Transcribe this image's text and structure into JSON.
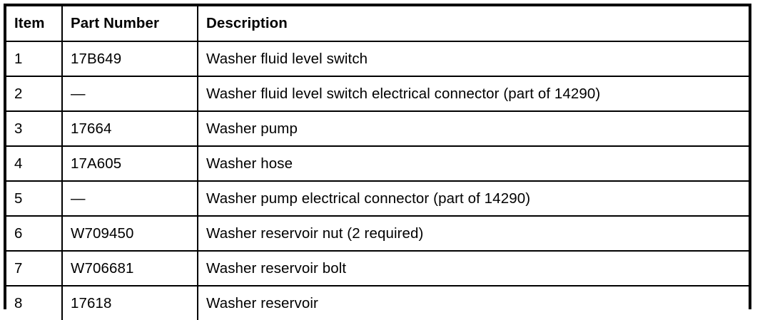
{
  "table": {
    "name": "washer-system-parts-list",
    "columns": [
      {
        "key": "item",
        "label": "Item"
      },
      {
        "key": "part_number",
        "label": "Part Number"
      },
      {
        "key": "description",
        "label": "Description"
      }
    ],
    "rows": [
      {
        "item": "1",
        "part_number": "17B649",
        "description": "Washer fluid level switch"
      },
      {
        "item": "2",
        "part_number": "—",
        "description": "Washer fluid level switch electrical connector (part of 14290)"
      },
      {
        "item": "3",
        "part_number": "17664",
        "description": "Washer pump"
      },
      {
        "item": "4",
        "part_number": "17A605",
        "description": "Washer hose"
      },
      {
        "item": "5",
        "part_number": "—",
        "description": "Washer pump electrical connector (part of 14290)"
      },
      {
        "item": "6",
        "part_number": "W709450",
        "description": "Washer reservoir nut (2 required)"
      },
      {
        "item": "7",
        "part_number": "W706681",
        "description": "Washer reservoir bolt"
      },
      {
        "item": "8",
        "part_number": "17618",
        "description": "Washer reservoir"
      }
    ]
  },
  "colors": {
    "page_background": "#ffffff",
    "table_background": "#ffffff",
    "rule": "#000000",
    "text": "#000000"
  }
}
